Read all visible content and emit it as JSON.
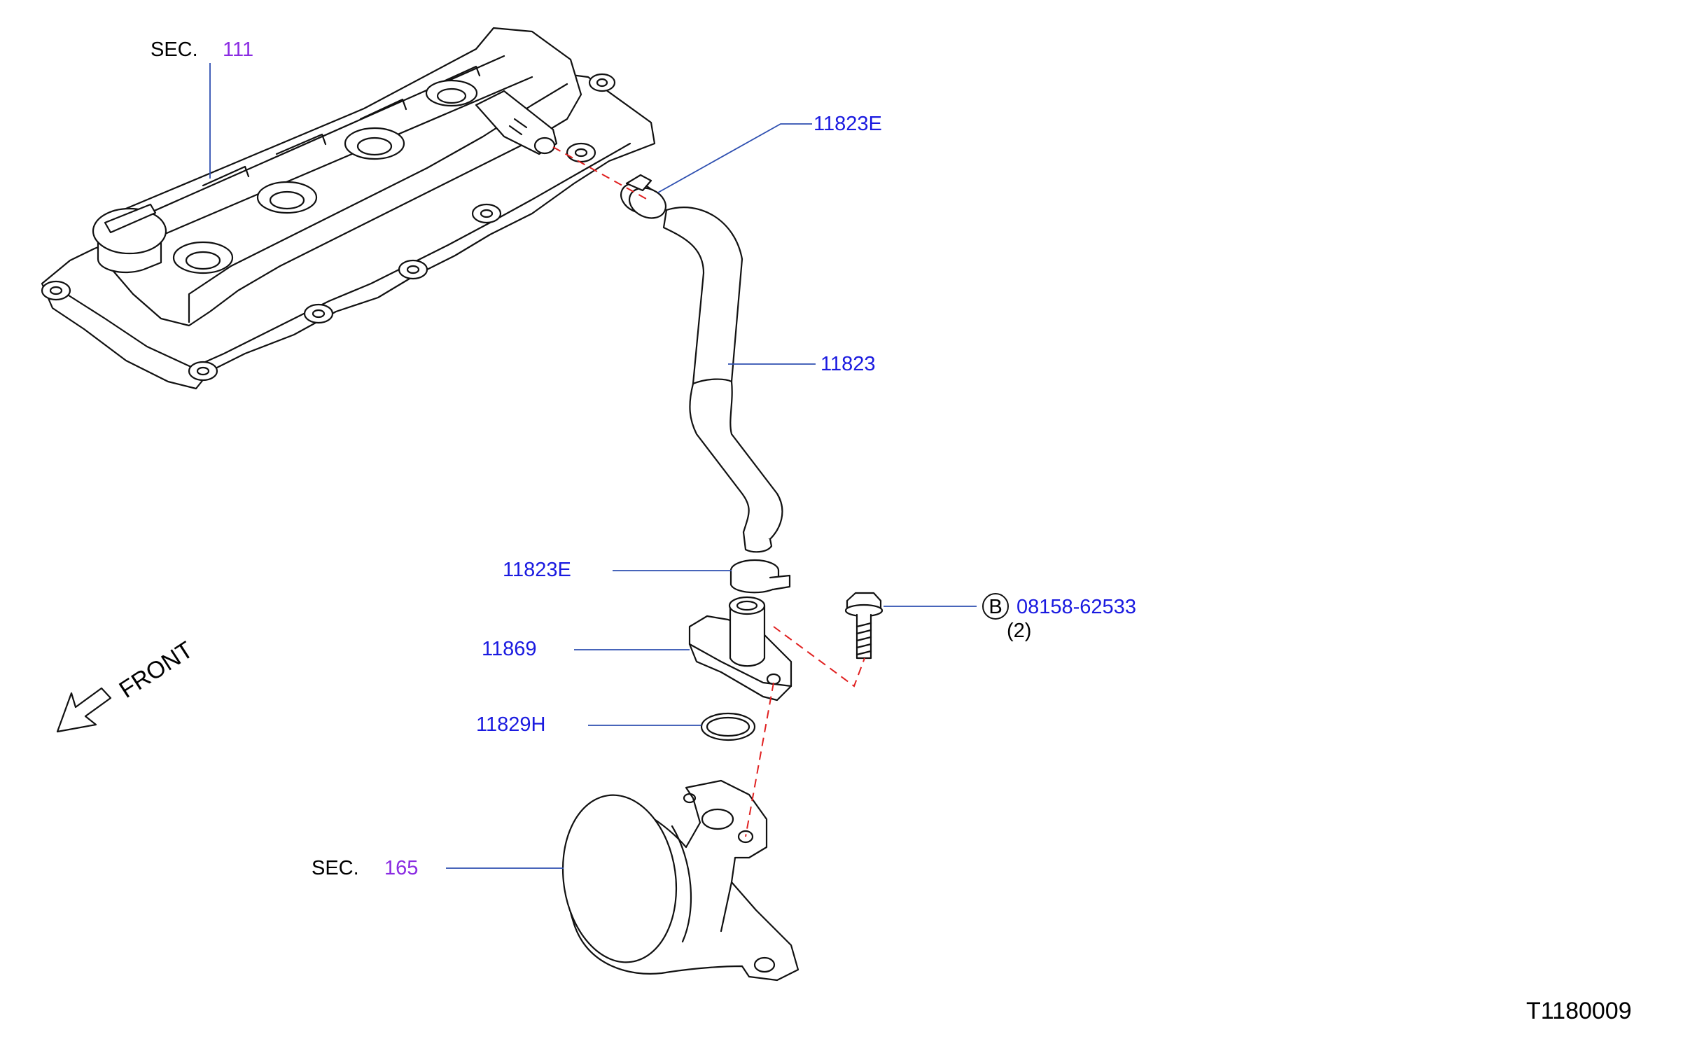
{
  "callouts": {
    "sec_111_prefix": "SEC.",
    "sec_111_num": "111",
    "clamp_upper": "11823E",
    "hose": "11823",
    "clamp_lower": "11823E",
    "bolt_circle": "B",
    "bolt": "08158-62533",
    "bolt_qty": "(2)",
    "connector": "11869",
    "oring": "11829H",
    "sec_165_prefix": "SEC.",
    "sec_165_num": "165",
    "front": "FRONT",
    "diagram_code": "T1180009"
  },
  "colors": {
    "part_number": "#1a1ae0",
    "section_number": "#8a2be2",
    "leader_line": "#2e4fb0",
    "assembly_dash": "#e02020",
    "ink": "#111111"
  }
}
